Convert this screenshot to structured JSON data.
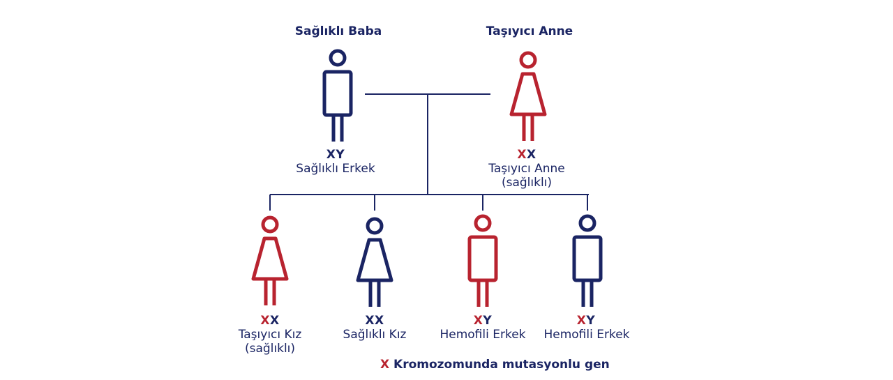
{
  "colors": {
    "navy": "#1a2463",
    "red": "#b8232f"
  },
  "legend": {
    "symbol": "X",
    "text": "Kromozomunda mutasyonlu gen"
  },
  "people": [
    {
      "id": "father",
      "title": "Sağlıklı Baba",
      "shape": "male",
      "color": "navy",
      "chromosomes": [
        {
          "t": "X",
          "c": "navy"
        },
        {
          "t": "Y",
          "c": "navy"
        }
      ],
      "desc1": "Sağlıklı Erkek",
      "desc2": ""
    },
    {
      "id": "mother",
      "title": "Taşıyıcı Anne",
      "shape": "female",
      "color": "red",
      "chromosomes": [
        {
          "t": "X",
          "c": "red"
        },
        {
          "t": "X",
          "c": "navy"
        }
      ],
      "desc1": "Taşıyıcı Anne",
      "desc2": "(sağlıklı)"
    },
    {
      "id": "child1",
      "title": "",
      "shape": "female",
      "color": "red",
      "chromosomes": [
        {
          "t": "X",
          "c": "red"
        },
        {
          "t": "X",
          "c": "navy"
        }
      ],
      "desc1": "Taşıyıcı Kız",
      "desc2": "(sağlıklı)"
    },
    {
      "id": "child2",
      "title": "",
      "shape": "female",
      "color": "navy",
      "chromosomes": [
        {
          "t": "X",
          "c": "navy"
        },
        {
          "t": "X",
          "c": "navy"
        }
      ],
      "desc1": "Sağlıklı Kız",
      "desc2": ""
    },
    {
      "id": "child3",
      "title": "",
      "shape": "male",
      "color": "red",
      "chromosomes": [
        {
          "t": "X",
          "c": "red"
        },
        {
          "t": "Y",
          "c": "navy"
        }
      ],
      "desc1": "Hemofili Erkek",
      "desc2": ""
    },
    {
      "id": "child4",
      "title": "",
      "shape": "male",
      "color": "navy",
      "chromosomes": [
        {
          "t": "X",
          "c": "red"
        },
        {
          "t": "Y",
          "c": "navy"
        }
      ],
      "desc1": "Hemofili Erkek",
      "desc2": ""
    }
  ]
}
